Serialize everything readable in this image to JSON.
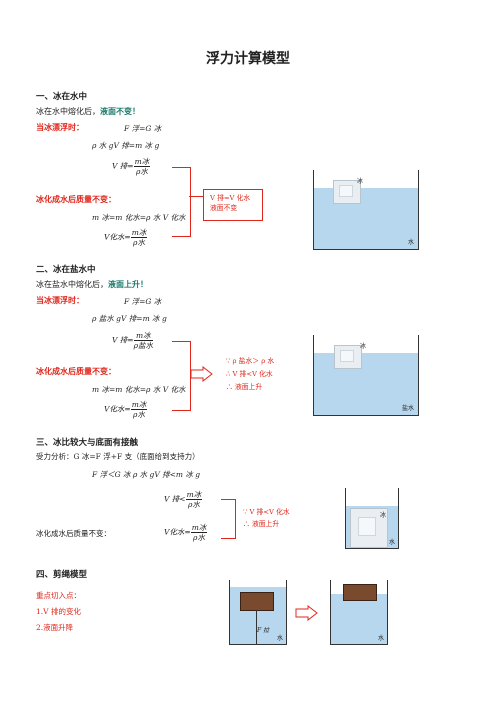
{
  "title": "浮力计算模型",
  "s1": {
    "heading": "一、冰在水中",
    "line1_prefix": "冰在水中熔化后，",
    "line1_emph": "液面不变！",
    "float_label": "当冰漂浮时：",
    "eq1": "F 浮=G 冰",
    "eq2": "ρ 水 gV 排=m 冰 g",
    "v_pai_lhs": "V 排=",
    "v_pai_num": "m冰",
    "v_pai_den": "ρ水",
    "melt_label": "冰化成水后质量不变：",
    "eq3": "m 冰=m 化水=ρ 水 V 化水",
    "v_hua_lhs": "V化水=",
    "v_hua_num": "m冰",
    "v_hua_den": "ρ水",
    "box_line1": "V 排=V 化水",
    "box_line2": "液面不变",
    "fig_ice": "冰",
    "fig_liquid": "水"
  },
  "s2": {
    "heading": "二、冰在盐水中",
    "line1_prefix": "冰在盐水中熔化后，",
    "line1_emph": "液面上升！",
    "float_label": "当冰漂浮时：",
    "eq1": "F 浮=G 冰",
    "eq2": "ρ 盐水 gV 排=m 冰 g",
    "v_pai_lhs": "V 排=",
    "v_pai_num": "m冰",
    "v_pai_den": "ρ盐水",
    "melt_label": "冰化成水后质量不变：",
    "eq3": "m 冰=m 化水=ρ 水 V 化水",
    "v_hua_lhs": "V化水=",
    "v_hua_num": "m冰",
    "v_hua_den": "ρ水",
    "reason1": "∵ ρ 盐水＞ ρ 水",
    "reason2": "∴ V 排<V 化水",
    "reason3": "∴ 液面上升",
    "fig_ice": "冰",
    "fig_liquid": "盐水"
  },
  "s3": {
    "heading": "三、冰比较大与底面有接触",
    "analysis": "受力分析：G 冰=F 浮+F 支（底面给到支持力）",
    "eq1": "F 浮＜G 冰    ρ 水 gV 排<m 冰 g",
    "v_pai_lhs": "V 排<",
    "v_pai_num": "m冰",
    "v_pai_den": "ρ水",
    "melt_label": "冰化成水后质量不变：",
    "v_hua_lhs": "V化水=",
    "v_hua_num": "m冰",
    "v_hua_den": "ρ水",
    "reason1": "∵ V 排<V 化水",
    "reason2": "∴ 液面上升",
    "fig_ice": "冰",
    "fig_liquid": "水"
  },
  "s4": {
    "heading": "四、剪绳模型",
    "focus_title": "重点切入点：",
    "focus1": "1.V 排的变化",
    "focus2": "2.液面升降",
    "fig_force": "F 拉",
    "fig_liquid_left": "水",
    "fig_liquid_right": "水"
  },
  "colors": {
    "accent_red": "#e0261b",
    "teal": "#1a7a6a",
    "water": "#b7d7ef"
  }
}
